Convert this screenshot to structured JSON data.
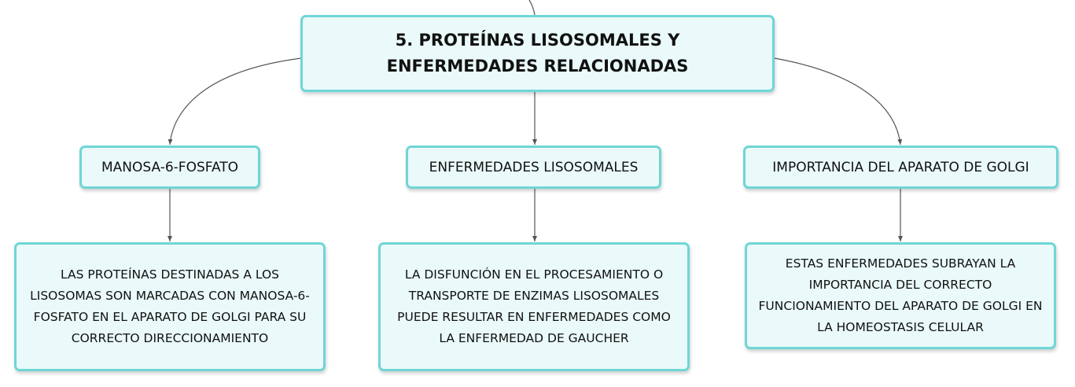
{
  "root": {
    "title": "5. PROTEÍNAS LISOSOMALES Y ENFERMEDADES RELACIONADAS"
  },
  "topics": [
    {
      "label": "MANOSA-6-FOSFATO"
    },
    {
      "label": "ENFERMEDADES LISOSOMALES"
    },
    {
      "label": "IMPORTANCIA DEL APARATO DE GOLGI"
    }
  ],
  "details": [
    {
      "text": "LAS PROTEÍNAS DESTINADAS A LOS LISOSOMAS SON MARCADAS CON MANOSA-6-FOSFATO EN EL APARATO DE GOLGI PARA SU CORRECTO DIRECCIONAMIENTO"
    },
    {
      "text": "LA DISFUNCIÓN EN EL PROCESAMIENTO O TRANSPORTE DE ENZIMAS LISOSOMALES PUEDE RESULTAR EN ENFERMEDADES COMO LA ENFERMEDAD DE GAUCHER"
    },
    {
      "text": "ESTAS ENFERMEDADES SUBRAYAN LA IMPORTANCIA DEL CORRECTO FUNCIONAMIENTO DEL APARATO DE GOLGI EN LA HOMEOSTASIS CELULAR"
    }
  ],
  "colors": {
    "node_fill": "#eaf9f9",
    "node_border": "#6fd6d6",
    "connector": "#555555"
  }
}
